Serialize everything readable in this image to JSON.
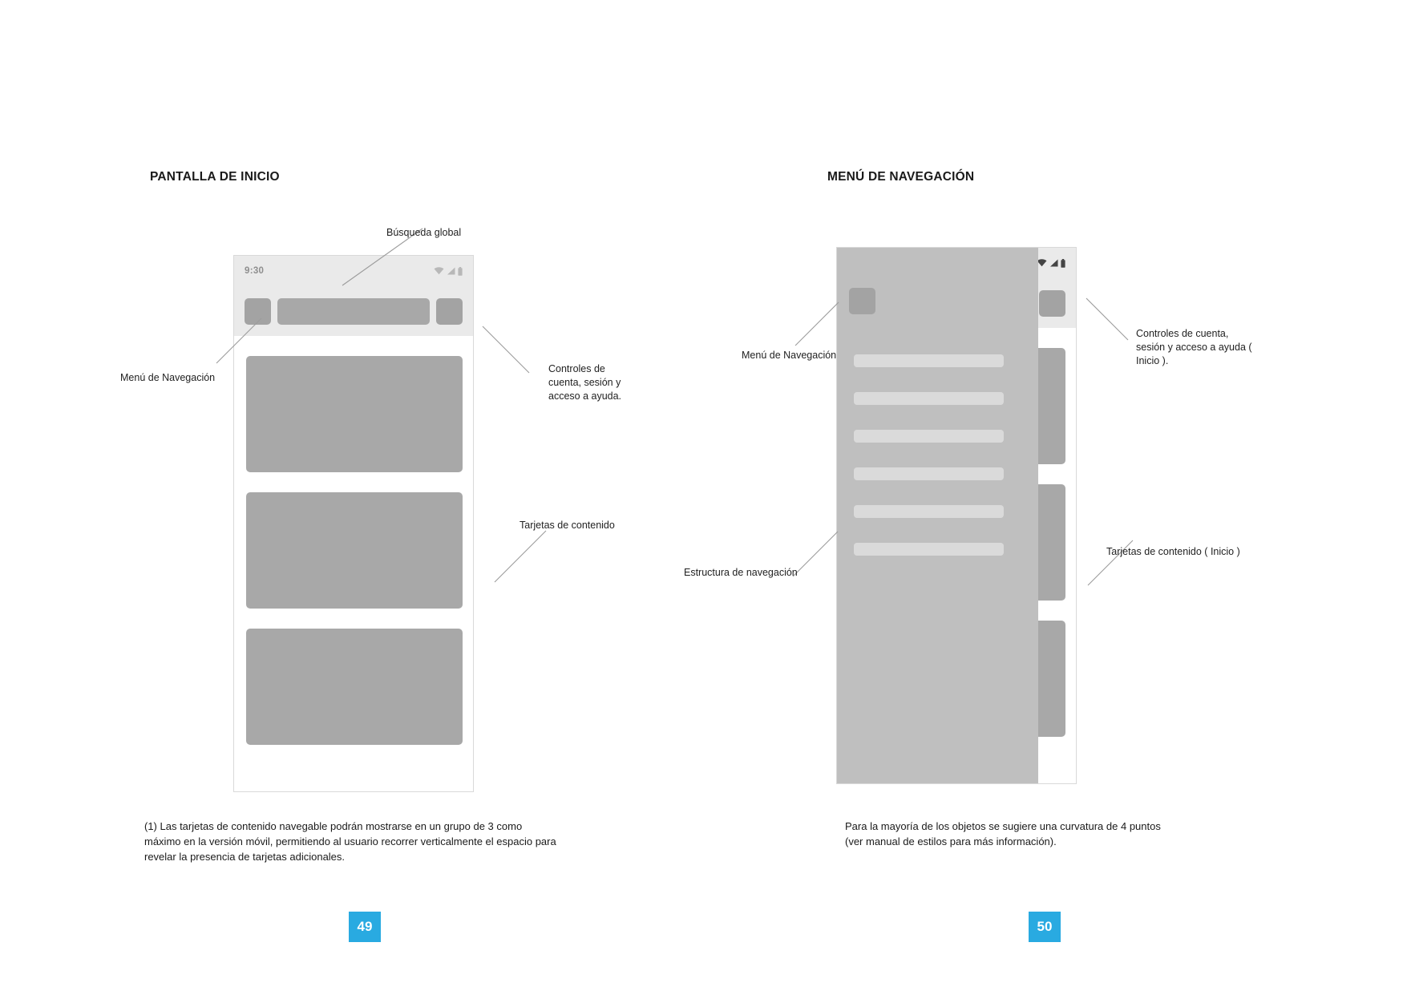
{
  "left_panel": {
    "title": "PANTALLA DE INICIO",
    "mockup": {
      "status_bar": {
        "time": "9:30",
        "icons": [
          "wifi-icon",
          "signal-icon",
          "battery-icon"
        ]
      },
      "app_bar": {
        "menu_button": "nav-menu-button",
        "search_field": "global-search-field",
        "account_button": "account-button"
      },
      "content_cards": [
        "content-card-1",
        "content-card-2",
        "content-card-3"
      ]
    },
    "annotations": [
      {
        "id": "search",
        "text": "Búsqueda global"
      },
      {
        "id": "nav-menu",
        "text": "Menú de Navegación"
      },
      {
        "id": "account-controls",
        "text": "Controles de\ncuenta, sesión y\nacceso a ayuda."
      },
      {
        "id": "content-cards",
        "text": "Tarjetas de contenido"
      }
    ],
    "caption": "(1) Las tarjetas de contenido navegable podrán mostrarse en un grupo de 3 como máximo en la versión móvil, permitiendo al usuario recorrer verticalmente el espacio para revelar la presencia de tarjetas adicionales.",
    "page_number": "49"
  },
  "right_panel": {
    "title": "MENÚ DE NAVEGACIÓN",
    "mockup": {
      "status_bar": {
        "icons": [
          "wifi-icon",
          "signal-icon",
          "battery-icon"
        ]
      },
      "drawer": {
        "header_button": "drawer-header-button",
        "items": [
          "nav-item-1",
          "nav-item-2",
          "nav-item-3",
          "nav-item-4",
          "nav-item-5",
          "nav-item-6"
        ]
      },
      "account_button": "account-button",
      "content_cards": [
        "content-card-1",
        "content-card-2",
        "content-card-3"
      ]
    },
    "annotations": [
      {
        "id": "nav-menu",
        "text": "Menú de Navegación"
      },
      {
        "id": "account-controls",
        "text": "Controles de cuenta,\nsesión y acceso a ayuda (\nInicio )."
      },
      {
        "id": "nav-structure",
        "text": "Estructura de navegación"
      },
      {
        "id": "content-cards",
        "text": "Tarjetas de contenido ( Inicio )"
      }
    ],
    "caption": "Para la mayoría de los objetos se sugiere una curvatura de 4 puntos (ver manual de estilos para más información).",
    "page_number": "50"
  },
  "colors": {
    "accent": "#29aae1",
    "chrome": "#eaeaea",
    "placeholder": "#a8a8a8",
    "scrim": "#bfbfbf",
    "drawer_item": "#dadada"
  }
}
